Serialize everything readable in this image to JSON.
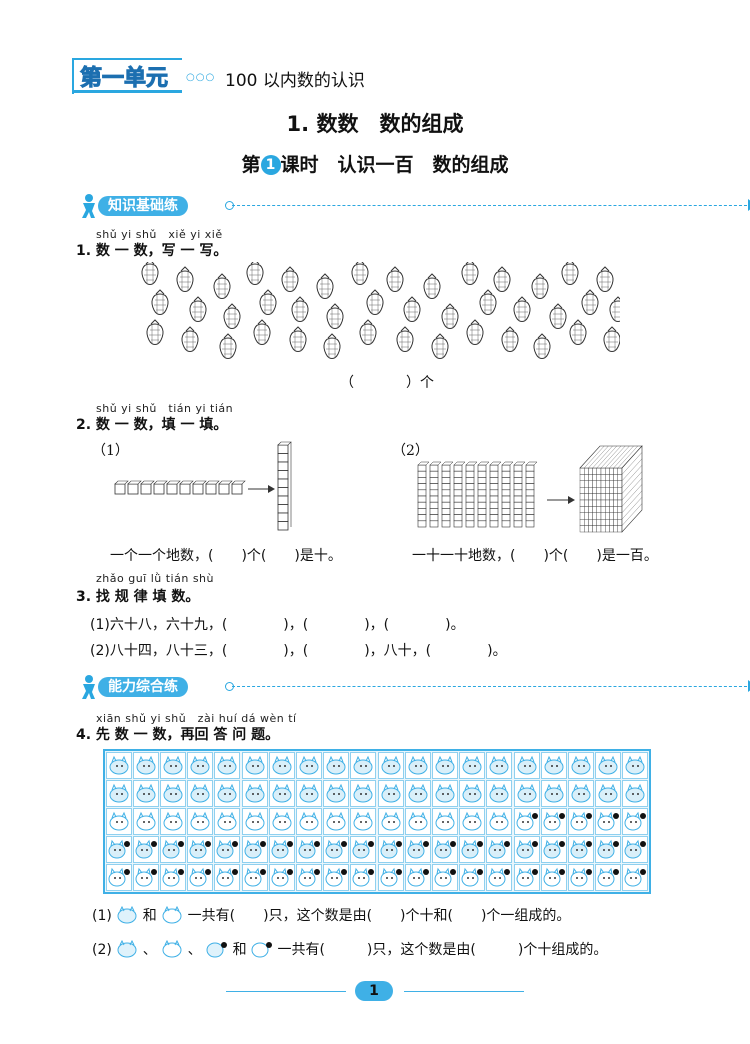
{
  "unit": {
    "title": "第一单元",
    "dots": "○○○",
    "subtitle": "100 以内数的认识"
  },
  "lesson_title": "1. 数数　数的组成",
  "period": {
    "prefix": "第",
    "number": "1",
    "suffix": "课时　认识一百　数的组成"
  },
  "sections": [
    {
      "label": "知识基础练"
    },
    {
      "label": "能力综合练"
    }
  ],
  "q1": {
    "pinyin": "shǔ yi shǔ　xiě yi xiě",
    "text": "1. 数 一 数，写 一 写。",
    "answer_open": "（",
    "answer_close": "）个"
  },
  "q2": {
    "pinyin": "shǔ yi shǔ　tián yi tián",
    "text": "2. 数 一 数，填 一 填。",
    "part1_label": "（1）",
    "part2_label": "（2）",
    "part1_text": "一个一个地数，(　　)个(　　)是十。",
    "part2_text": "一十一十地数，(　　)个(　　)是一百。"
  },
  "q3": {
    "pinyin": "zhǎo guī lǜ tián shù",
    "text": "3. 找 规 律 填 数。",
    "line1": "(1)六十八，六十九，(　　　　)，(　　　　)，(　　　　)。",
    "line2": "(2)八十四，八十三，(　　　　)，(　　　　)，八十，(　　　　)。"
  },
  "q4": {
    "pinyin": "xiān shǔ yi shǔ　zài huí dá wèn tí",
    "text": "4. 先 数 一 数，再回 答 问 题。",
    "line1_label": "(1)",
    "line1_and": "和",
    "line1_rest": "一共有(　　)只，这个数是由(　　)个十和(　　)个一组成的。",
    "line2_label": "(2)",
    "line2_sep": "、",
    "line2_and": "和",
    "line2_rest": "一共有(　　　)只，这个数是由(　　　)个十组成的。"
  },
  "footer": {
    "page": "1"
  },
  "colors": {
    "accent": "#2aa7e0",
    "grid_bg": "#e9f6fc"
  }
}
